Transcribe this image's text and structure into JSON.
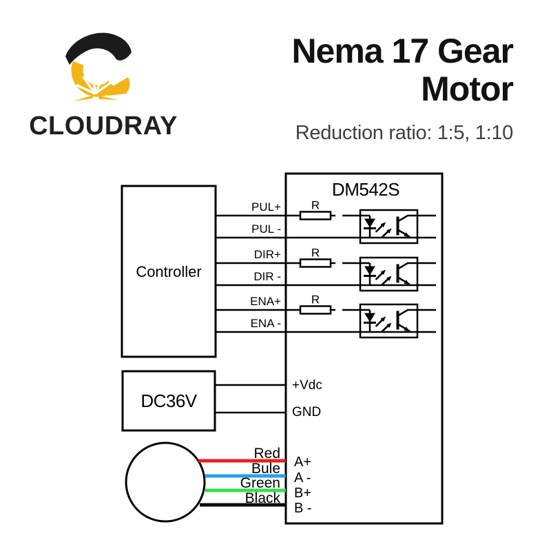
{
  "brand": {
    "name": "CLOUDRAY"
  },
  "header": {
    "title_line1": "Nema 17 Gear",
    "title_line2": "Motor",
    "subtitle": "Reduction ratio: 1:5, 1:10"
  },
  "diagram": {
    "driver_label": "DM542S",
    "controller_label": "Controller",
    "power_supply_label": "DC36V",
    "resistor_label": "R",
    "channels": [
      {
        "plus": "PUL+",
        "minus": "PUL -"
      },
      {
        "plus": "DIR+",
        "minus": "DIR -"
      },
      {
        "plus": "ENA+",
        "minus": "ENA -"
      }
    ],
    "power_terminals": [
      {
        "label": "+Vdc"
      },
      {
        "label": "GND"
      }
    ],
    "motor_wires": [
      {
        "label": "Red",
        "terminal": "A+",
        "color": "#e8211d"
      },
      {
        "label": "Bule",
        "terminal": "A -",
        "color": "#2d9fe8"
      },
      {
        "label": "Green",
        "terminal": "B+",
        "color": "#35e04a"
      },
      {
        "label": "Black",
        "terminal": "B -",
        "color": "#0a0a0a"
      }
    ],
    "colors": {
      "line": "#000000",
      "brand_yellow": "#f1b517",
      "brand_black": "#1b1b1b"
    }
  }
}
